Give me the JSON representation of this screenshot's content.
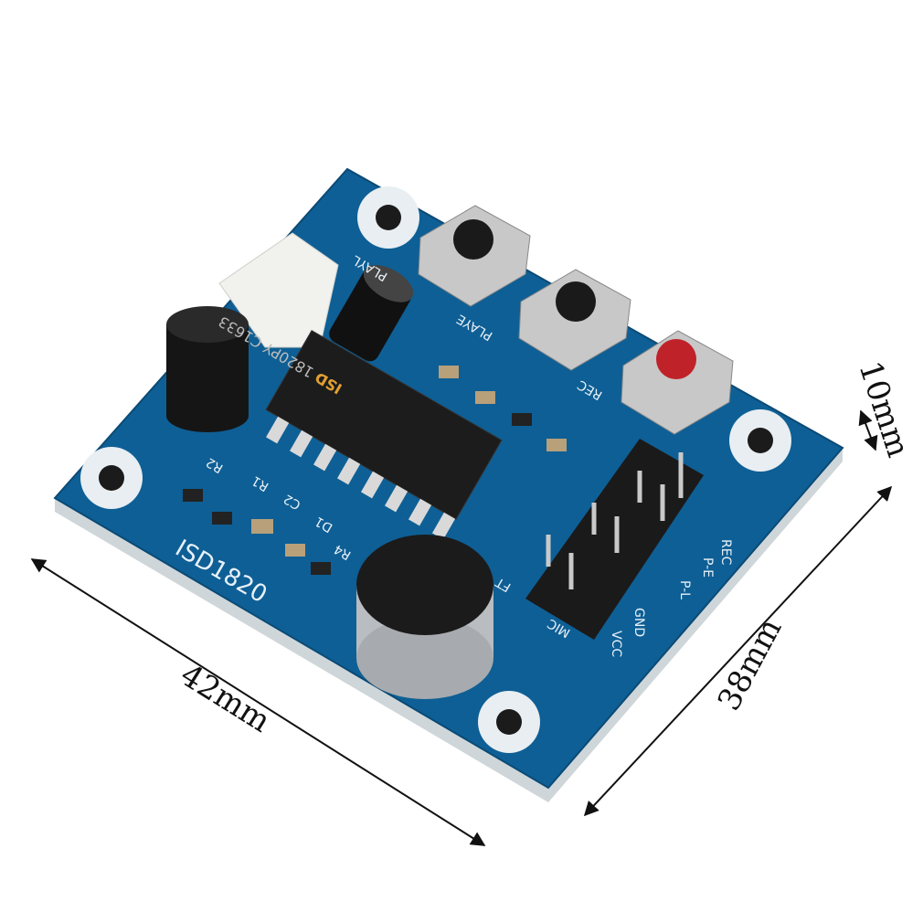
{
  "dimensions": {
    "length": "42mm",
    "width": "38mm",
    "height": "10mm"
  },
  "board": {
    "model_label": "ISD1820",
    "button_labels": [
      "PLAYL",
      "PLAYE",
      "REC"
    ],
    "pin_labels": [
      "REC",
      "P-E",
      "P-L",
      "GND",
      "VCC"
    ],
    "mic_label": "MIC",
    "ft_label": "FT",
    "component_labels": [
      "R2",
      "R1",
      "C2",
      "D1",
      "R4"
    ],
    "chip": {
      "brand": "ISD",
      "part": "1820PY",
      "code": "C1633"
    },
    "colors": {
      "pcb": "#0e5f95",
      "rec_button": "#c0222a",
      "play_button": "#1a1a1a"
    }
  }
}
